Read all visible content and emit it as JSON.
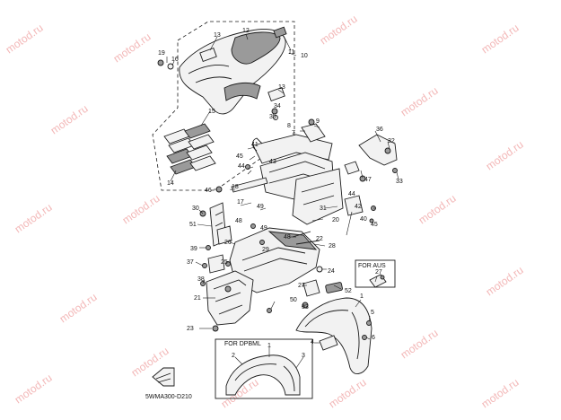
{
  "diagram": {
    "code": "5WMA300-D210",
    "inset_aus_label": "FOR AUS",
    "inset_dpbml_label": "FOR DPBML",
    "watermark": "motod.ru",
    "callouts": {
      "c1": "1",
      "c2": "2",
      "c3": "3",
      "c4": "4",
      "c5": "5",
      "c6": "6",
      "c7": "7",
      "c8": "8",
      "c9": "9",
      "c10": "10",
      "c11": "11",
      "c12": "12",
      "c13a": "13",
      "c13b": "13",
      "c14": "14",
      "c15": "15",
      "c16": "16",
      "c17": "17",
      "c18": "18",
      "c19": "19",
      "c20": "20",
      "c21": "21",
      "c22": "22",
      "c23": "23",
      "c24": "24",
      "c25": "25",
      "c26": "26",
      "c27a": "27",
      "c27b": "27",
      "c28": "28",
      "c29": "29",
      "c30": "30",
      "c31": "31",
      "c32": "32",
      "c33": "33",
      "c34": "34",
      "c35": "35",
      "c36": "36",
      "c37": "37",
      "c38": "38",
      "c39": "39",
      "c40": "40",
      "c41": "41",
      "c42": "42",
      "c43": "43",
      "c44a": "44",
      "c44b": "44",
      "c45a": "45",
      "c45b": "45",
      "c46": "46",
      "c47": "47",
      "c48a": "48",
      "c48b": "48",
      "c49a": "49",
      "c49b": "49",
      "c50": "50",
      "c51": "51",
      "c52": "52",
      "c53": "53",
      "c1b": "1",
      "c2b": "2",
      "c3b": "3"
    }
  }
}
